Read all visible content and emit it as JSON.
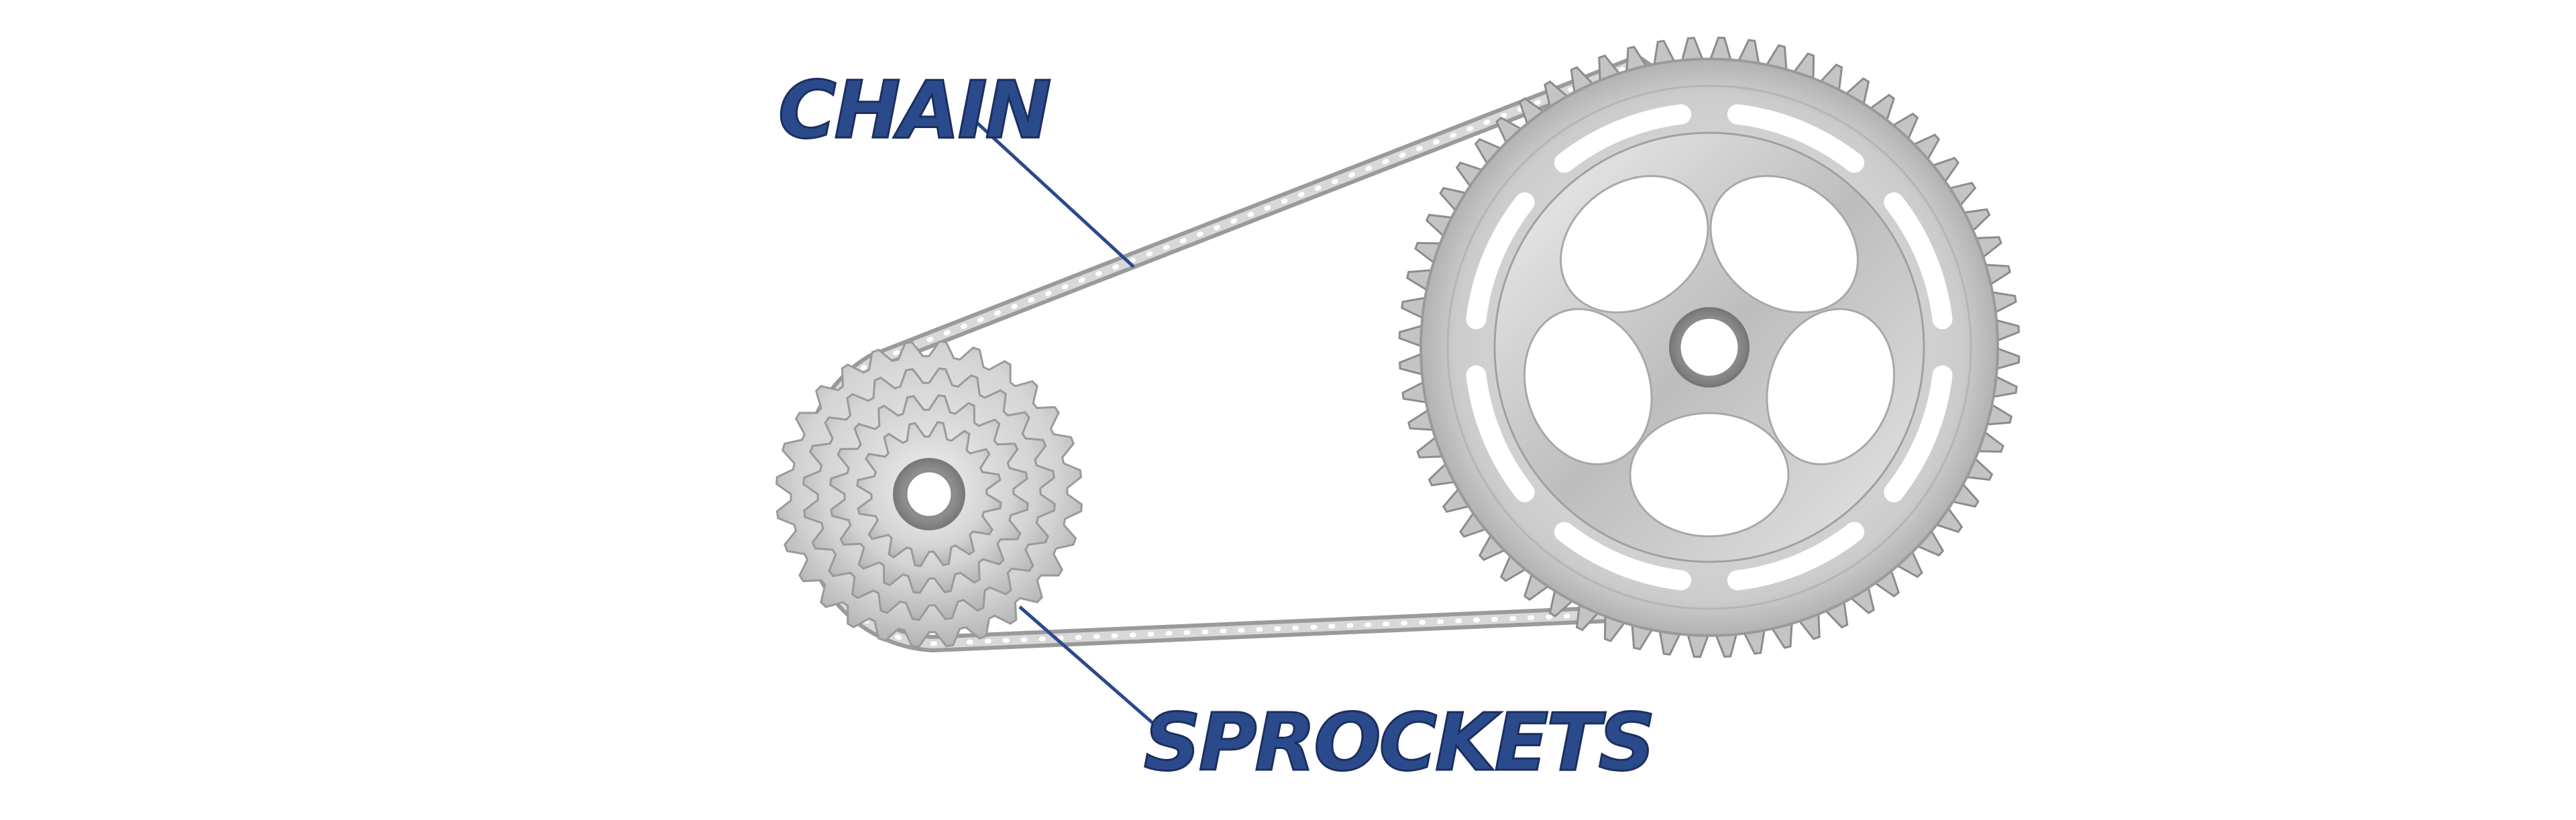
{
  "labels": {
    "chain": "CHAIN",
    "sprockets": "SPROCKETS"
  },
  "colors": {
    "label_fill": "#2a4a8c",
    "label_outline": "#1b2f5e",
    "leader_line": "#2a4a8c",
    "metal_light": "#f2f2f2",
    "metal_mid": "#cfcfcf",
    "metal_dark": "#8e8e8e",
    "chain_link": "#b8b8b8",
    "background": "#ffffff"
  },
  "parts": {
    "small_cassette_rings": 4,
    "large_chainring_spokes": 5,
    "large_chainring_slots": 8
  }
}
